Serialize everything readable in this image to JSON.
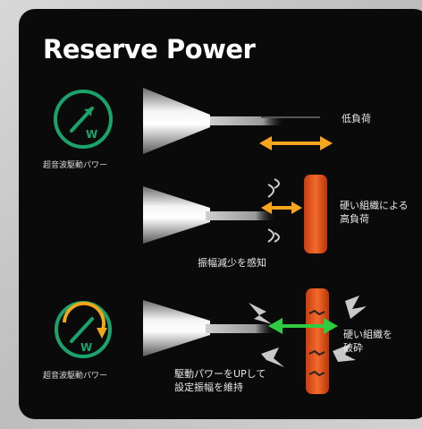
{
  "title": "Reserve Power",
  "left": {
    "top_label": "超音波駆動パワー",
    "bottom_label": "超音波駆動パワー",
    "icon_glyph": "W"
  },
  "scenes": {
    "low": {
      "label": "低負荷"
    },
    "high": {
      "label_line1": "硬い組織による",
      "label_line2": "高負荷",
      "caption": "振幅減少を感知"
    },
    "breaking": {
      "label_line1": "硬い組織を",
      "label_line2": "破砕",
      "caption_line1": "駆動パワーをUPして",
      "caption_line2": "設定振幅を維持"
    }
  },
  "colors": {
    "accent_green": "#1aa36a",
    "accent_orange": "#f2a71b",
    "tissue": "#e8541e",
    "arrow_green": "#2ecc40",
    "arrow_orange": "#f7a51c"
  }
}
